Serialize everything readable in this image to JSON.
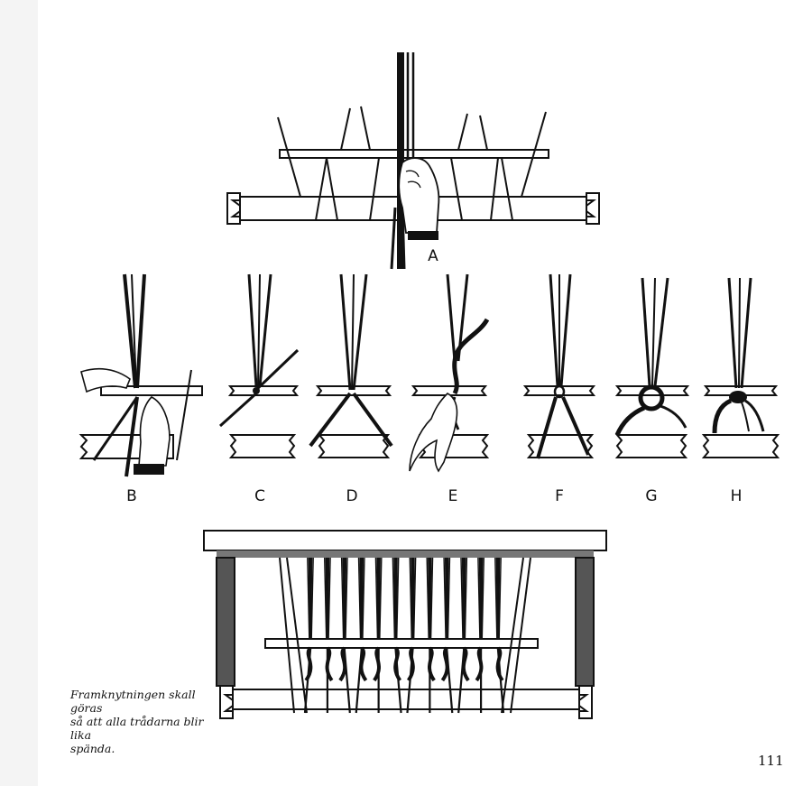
{
  "figure": {
    "labels": [
      "A",
      "B",
      "C",
      "D",
      "E",
      "F",
      "G",
      "H"
    ]
  },
  "caption": {
    "lines": [
      "Framknytningen skall göras",
      "så att alla trådarna blir lika",
      "spända."
    ]
  },
  "page_number": "111",
  "colors": {
    "ink": "#111111",
    "paper": "#ffffff",
    "gutter": "#f4f4f4"
  },
  "icons": [
    "hand-icon",
    "knot-icon",
    "loom-frame-icon"
  ]
}
